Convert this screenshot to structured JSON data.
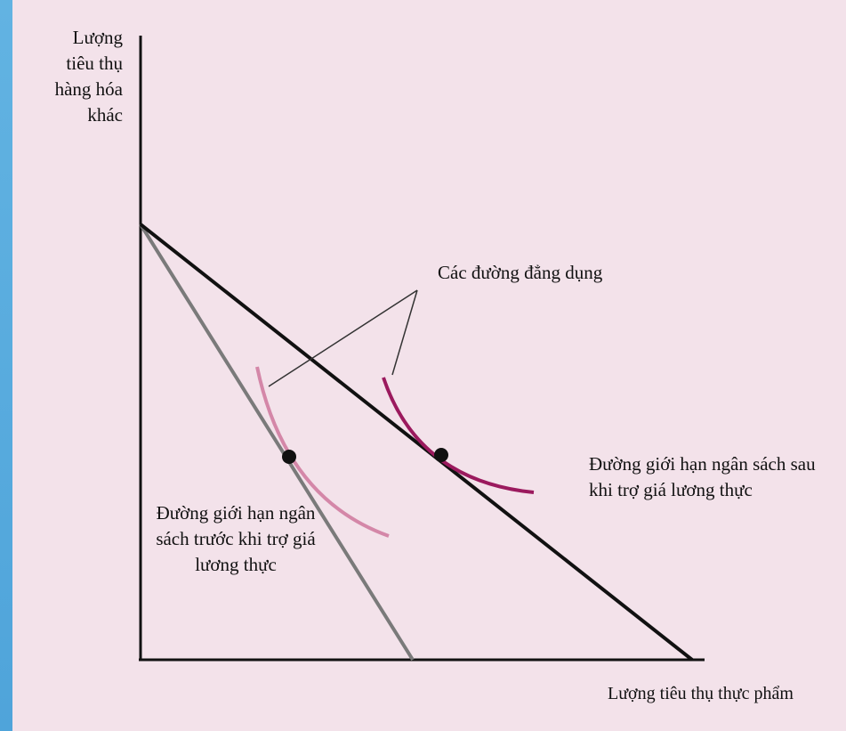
{
  "diagram": {
    "y_axis_label": "Lượng tiêu thụ hàng hóa khác",
    "x_axis_label": "Lượng tiêu thụ thực phẩm",
    "indifference_curves_label": "Các đường đẳng dụng",
    "budget_before_label": "Đường giới hạn ngân sách trước khi trợ giá lương thực",
    "budget_after_label": "Đường giới hạn ngân sách sau khi trợ giá lương thực",
    "colors": {
      "frame": "#5aa9dc",
      "panel_background": "#f3e2ea",
      "axis": "#111111",
      "budget_before": "#7a7a7a",
      "budget_after": "#111111",
      "indifference_before": "#d487a8",
      "indifference_after": "#9b1a5e",
      "tangency_point": "#111111"
    }
  }
}
